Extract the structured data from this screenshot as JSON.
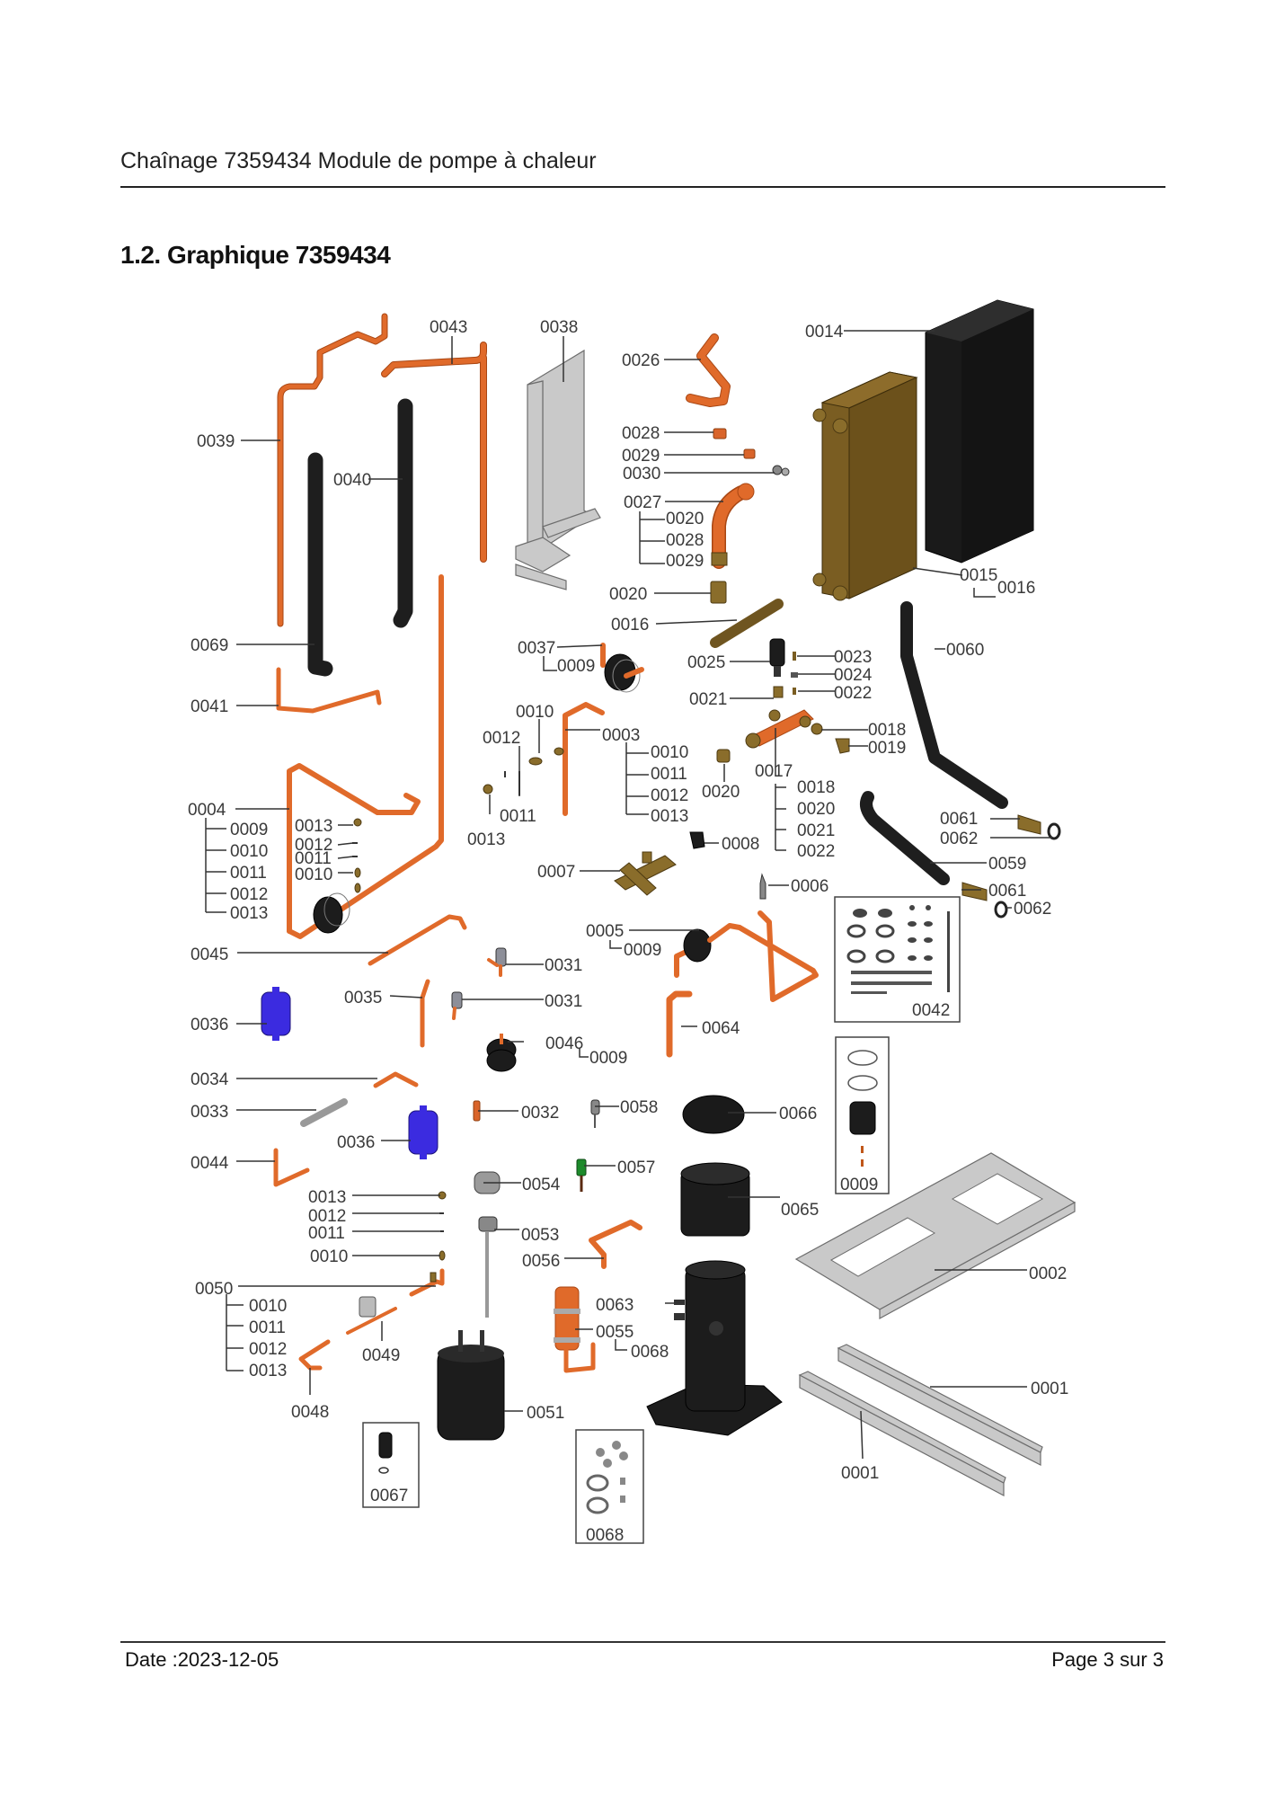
{
  "header": {
    "title": "Chaînage 7359434 Module de pompe à chaleur"
  },
  "section": {
    "title": "1.2. Graphique 7359434"
  },
  "footer": {
    "date": "Date :2023-12-05",
    "page": "Page 3 sur   3"
  },
  "diagram": {
    "description": "Exploded parts view of heat pump module 7359434",
    "callouts": [
      {
        "id": "c0043",
        "label": "0043"
      },
      {
        "id": "c0038",
        "label": "0038"
      },
      {
        "id": "c0014",
        "label": "0014"
      },
      {
        "id": "c0026",
        "label": "0026"
      },
      {
        "id": "c0039",
        "label": "0039"
      },
      {
        "id": "c0040",
        "label": "0040"
      },
      {
        "id": "c0028a",
        "label": "0028"
      },
      {
        "id": "c0029a",
        "label": "0029"
      },
      {
        "id": "c0030",
        "label": "0030"
      },
      {
        "id": "c0027",
        "label": "0027"
      },
      {
        "id": "c0027-0020",
        "label": "0020"
      },
      {
        "id": "c0027-0028",
        "label": "0028"
      },
      {
        "id": "c0027-0029",
        "label": "0029"
      },
      {
        "id": "c0020a",
        "label": "0020"
      },
      {
        "id": "c0015",
        "label": "0015"
      },
      {
        "id": "c0015-0016",
        "label": "0016"
      },
      {
        "id": "c0016",
        "label": "0016"
      },
      {
        "id": "c0069",
        "label": "0069"
      },
      {
        "id": "c0037",
        "label": "0037"
      },
      {
        "id": "c0037-0009",
        "label": "0009"
      },
      {
        "id": "c0025",
        "label": "0025"
      },
      {
        "id": "c0023",
        "label": "0023"
      },
      {
        "id": "c0024",
        "label": "0024"
      },
      {
        "id": "c0022a",
        "label": "0022"
      },
      {
        "id": "c0021a",
        "label": "0021"
      },
      {
        "id": "c0060",
        "label": "0060"
      },
      {
        "id": "c0041",
        "label": "0041"
      },
      {
        "id": "c0010a",
        "label": "0010"
      },
      {
        "id": "c0012a",
        "label": "0012"
      },
      {
        "id": "c0003",
        "label": "0003"
      },
      {
        "id": "c0003-0010",
        "label": "0010"
      },
      {
        "id": "c0003-0011",
        "label": "0011"
      },
      {
        "id": "c0003-0012",
        "label": "0012"
      },
      {
        "id": "c0003-0013",
        "label": "0013"
      },
      {
        "id": "c0020b",
        "label": "0020"
      },
      {
        "id": "c0017",
        "label": "0017"
      },
      {
        "id": "c0017-0018",
        "label": "0018"
      },
      {
        "id": "c0017-0020",
        "label": "0020"
      },
      {
        "id": "c0017-0021",
        "label": "0021"
      },
      {
        "id": "c0017-0022",
        "label": "0022"
      },
      {
        "id": "c0018",
        "label": "0018"
      },
      {
        "id": "c0019",
        "label": "0019"
      },
      {
        "id": "c0011a",
        "label": "0011"
      },
      {
        "id": "c0013a",
        "label": "0013"
      },
      {
        "id": "c0008",
        "label": "0008"
      },
      {
        "id": "c0061a",
        "label": "0061"
      },
      {
        "id": "c0062a",
        "label": "0062"
      },
      {
        "id": "c0059",
        "label": "0059"
      },
      {
        "id": "c0061b",
        "label": "0061"
      },
      {
        "id": "c0062b",
        "label": "0062"
      },
      {
        "id": "c0004",
        "label": "0004"
      },
      {
        "id": "c0004-0009",
        "label": "0009"
      },
      {
        "id": "c0004-0010",
        "label": "0010"
      },
      {
        "id": "c0004-0011",
        "label": "0011"
      },
      {
        "id": "c0004-0012",
        "label": "0012"
      },
      {
        "id": "c0004-0013",
        "label": "0013"
      },
      {
        "id": "c0013b",
        "label": "0013"
      },
      {
        "id": "c0012b",
        "label": "0012"
      },
      {
        "id": "c0011b",
        "label": "0011"
      },
      {
        "id": "c0010b",
        "label": "0010"
      },
      {
        "id": "c0007",
        "label": "0007"
      },
      {
        "id": "c0006",
        "label": "0006"
      },
      {
        "id": "c0005",
        "label": "0005"
      },
      {
        "id": "c0005-0009",
        "label": "0009"
      },
      {
        "id": "c0045",
        "label": "0045"
      },
      {
        "id": "c0031a",
        "label": "0031"
      },
      {
        "id": "c0031b",
        "label": "0031"
      },
      {
        "id": "c0042",
        "label": "0042"
      },
      {
        "id": "c0035",
        "label": "0035"
      },
      {
        "id": "c0036a",
        "label": "0036"
      },
      {
        "id": "c0064",
        "label": "0064"
      },
      {
        "id": "c0046",
        "label": "0046"
      },
      {
        "id": "c0046-0009",
        "label": "0009"
      },
      {
        "id": "c0034",
        "label": "0034"
      },
      {
        "id": "c0033",
        "label": "0033"
      },
      {
        "id": "c0032",
        "label": "0032"
      },
      {
        "id": "c0058",
        "label": "0058"
      },
      {
        "id": "c0066",
        "label": "0066"
      },
      {
        "id": "c0036b",
        "label": "0036"
      },
      {
        "id": "c0044",
        "label": "0044"
      },
      {
        "id": "c0057",
        "label": "0057"
      },
      {
        "id": "c0054",
        "label": "0054"
      },
      {
        "id": "c0009box",
        "label": "0009"
      },
      {
        "id": "c0065",
        "label": "0065"
      },
      {
        "id": "c0013c",
        "label": "0013"
      },
      {
        "id": "c0012c",
        "label": "0012"
      },
      {
        "id": "c0011c",
        "label": "0011"
      },
      {
        "id": "c0010c",
        "label": "0010"
      },
      {
        "id": "c0053",
        "label": "0053"
      },
      {
        "id": "c0056",
        "label": "0056"
      },
      {
        "id": "c0002",
        "label": "0002"
      },
      {
        "id": "c0050",
        "label": "0050"
      },
      {
        "id": "c0050-0010",
        "label": "0010"
      },
      {
        "id": "c0050-0011",
        "label": "0011"
      },
      {
        "id": "c0050-0012",
        "label": "0012"
      },
      {
        "id": "c0050-0013",
        "label": "0013"
      },
      {
        "id": "c0063",
        "label": "0063"
      },
      {
        "id": "c0055",
        "label": "0055"
      },
      {
        "id": "c0055-0068",
        "label": "0068"
      },
      {
        "id": "c0049",
        "label": "0049"
      },
      {
        "id": "c0001a",
        "label": "0001"
      },
      {
        "id": "c0048",
        "label": "0048"
      },
      {
        "id": "c0051",
        "label": "0051"
      },
      {
        "id": "c0001b",
        "label": "0001"
      },
      {
        "id": "c0067",
        "label": "0067"
      },
      {
        "id": "c0068box",
        "label": "0068"
      }
    ]
  }
}
